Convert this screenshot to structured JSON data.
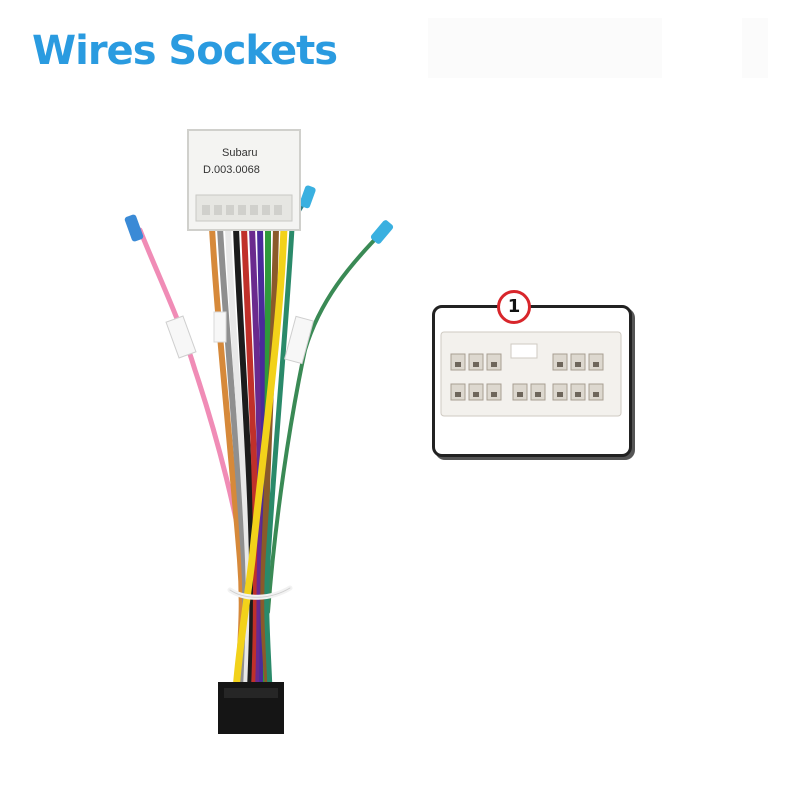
{
  "heading": {
    "title": "Wires Sockets"
  },
  "connector_label": {
    "line1": "Subaru",
    "line2": "D.003.0068"
  },
  "pin_badge": {
    "label": "1"
  },
  "colors": {
    "title": "#2a9be0",
    "badge_ring": "#d8262b",
    "pink_wire": "#f08cb6",
    "green_wire": "#3a8a55",
    "yellow_wire": "#f2d21a",
    "purple_wire": "#6a2a8e",
    "white_connector": "#f4f4f2",
    "black_connector": "#151515"
  },
  "icons": [
    "wire-harness-photo",
    "connector-pinout-diagram"
  ]
}
